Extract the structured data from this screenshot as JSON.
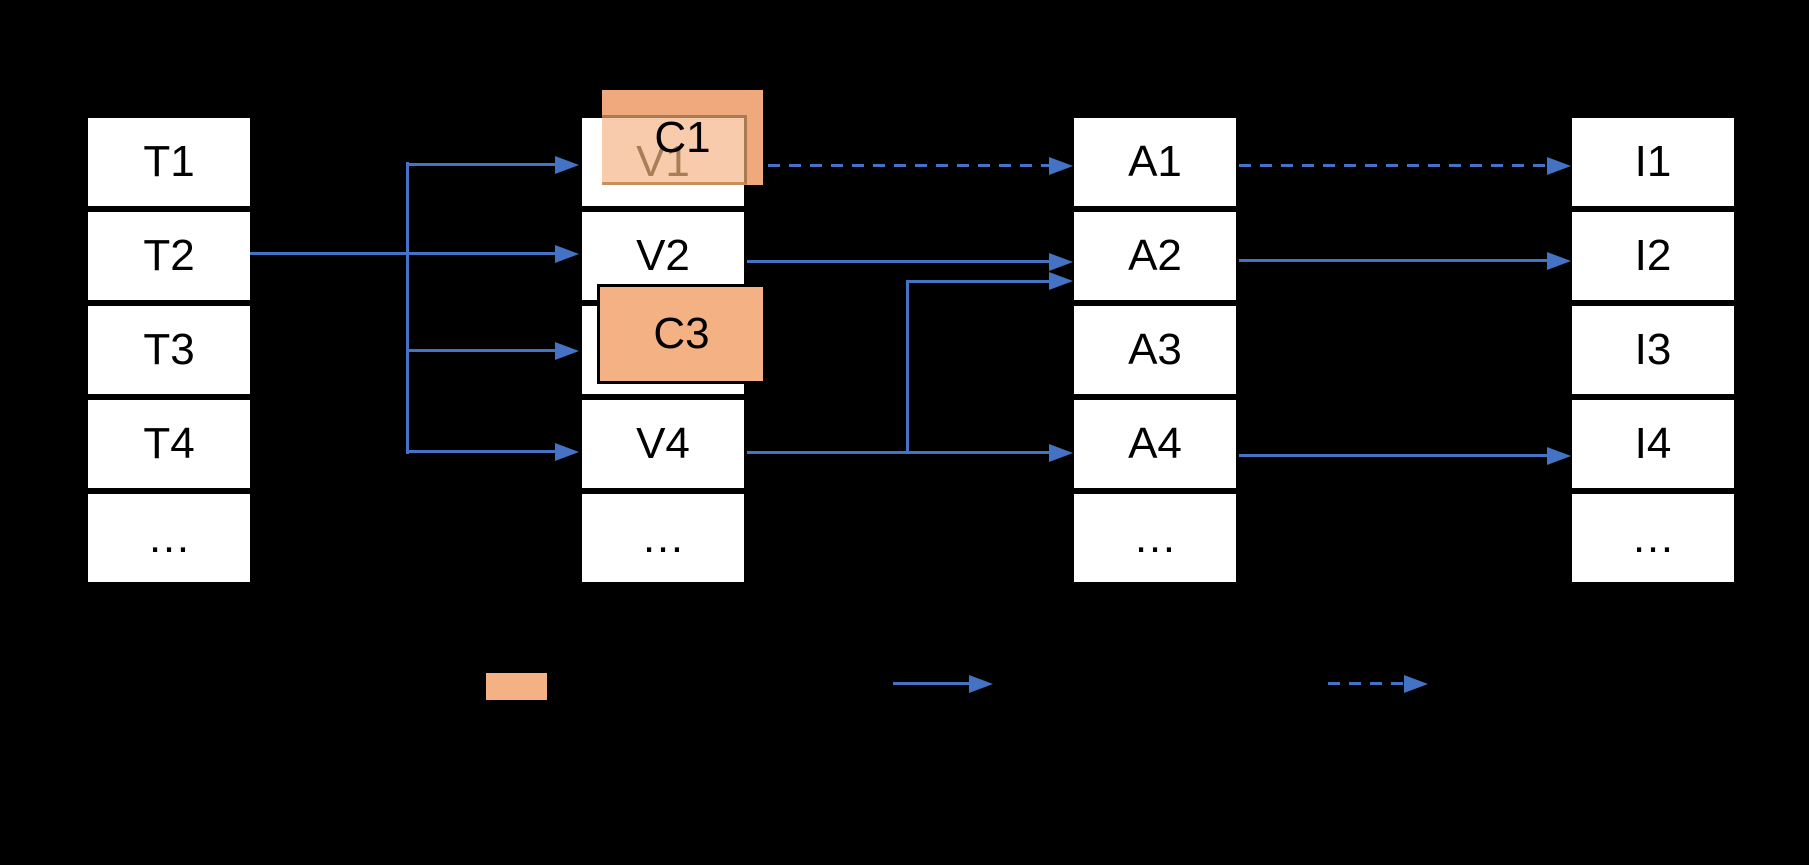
{
  "diagram": {
    "columns": [
      {
        "id": "t-stack",
        "cells": [
          "T1",
          "T2",
          "T3",
          "T4",
          "…"
        ]
      },
      {
        "id": "v-stack",
        "cells": [
          "V1",
          "V2",
          "",
          "V4",
          "…"
        ]
      },
      {
        "id": "a-stack",
        "cells": [
          "A1",
          "A2",
          "A3",
          "A4",
          "…"
        ]
      },
      {
        "id": "i-stack",
        "cells": [
          "I1",
          "I2",
          "I3",
          "I4",
          "…"
        ]
      }
    ],
    "overlays": {
      "c1_label": "C1",
      "c3_label": "C3"
    },
    "connections": [
      "T2 -> V1",
      "T2 -> V2",
      "T2 -> C3",
      "T2 -> V4",
      "V1 -> A1 (dashed)",
      "V2 -> A2",
      "V4 -> A2",
      "V4 -> A4",
      "A1 -> I1 (dashed)",
      "A2 -> I2",
      "A4 -> I4"
    ]
  },
  "legend": {
    "swatch": "orange-box",
    "solid_arrow": "solid-blue-arrow",
    "dashed_arrow": "dashed-blue-arrow"
  },
  "colors": {
    "c_blue": "#4472C4",
    "c_orange": "#F4B183",
    "c_orange_band": "#F0A97C",
    "c_orange_pale": "#F8CBAD",
    "c_tint_border": "#A87C52",
    "c_tint_border2": "#C8915C",
    "c_tint_text": "#A87E57"
  }
}
